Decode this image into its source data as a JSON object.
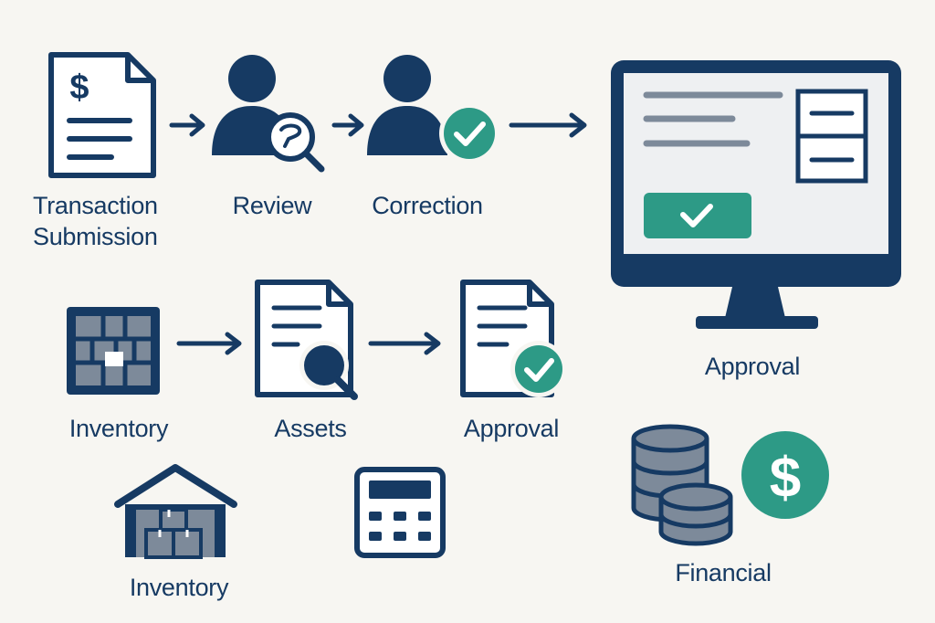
{
  "colors": {
    "background": "#f7f6f2",
    "navy": "#163a63",
    "slate": "#7d8a9a",
    "teal": "#2d9a86",
    "screen": "#eef0f2",
    "white": "#ffffff"
  },
  "top_flow": {
    "steps": [
      {
        "id": "transaction",
        "icon": "dollar-document-icon",
        "label_lines": [
          "Transaction",
          "Submission"
        ]
      },
      {
        "id": "review",
        "icon": "user-magnifier-icon",
        "label": "Review"
      },
      {
        "id": "correction",
        "icon": "user-check-icon",
        "label": "Correction"
      }
    ],
    "arrows": [
      "arrow-right-icon",
      "arrow-right-icon",
      "arrow-right-icon"
    ]
  },
  "monitor": {
    "icon": "monitor-form-icon",
    "label": "Approval"
  },
  "mid_flow": {
    "steps": [
      {
        "id": "inventory",
        "icon": "grid-boxes-icon",
        "label": "Inventory"
      },
      {
        "id": "assets",
        "icon": "document-search-icon",
        "label": "Assets"
      },
      {
        "id": "approval",
        "icon": "document-check-icon",
        "label": "Approval"
      }
    ],
    "arrows": [
      "arrow-right-icon",
      "arrow-right-icon"
    ]
  },
  "bottom": {
    "warehouse": {
      "icon": "warehouse-icon",
      "label": "Inventory"
    },
    "calculator": {
      "icon": "calculator-icon"
    },
    "financial": {
      "icon": "coins-dollar-icon",
      "label": "Financial"
    }
  }
}
